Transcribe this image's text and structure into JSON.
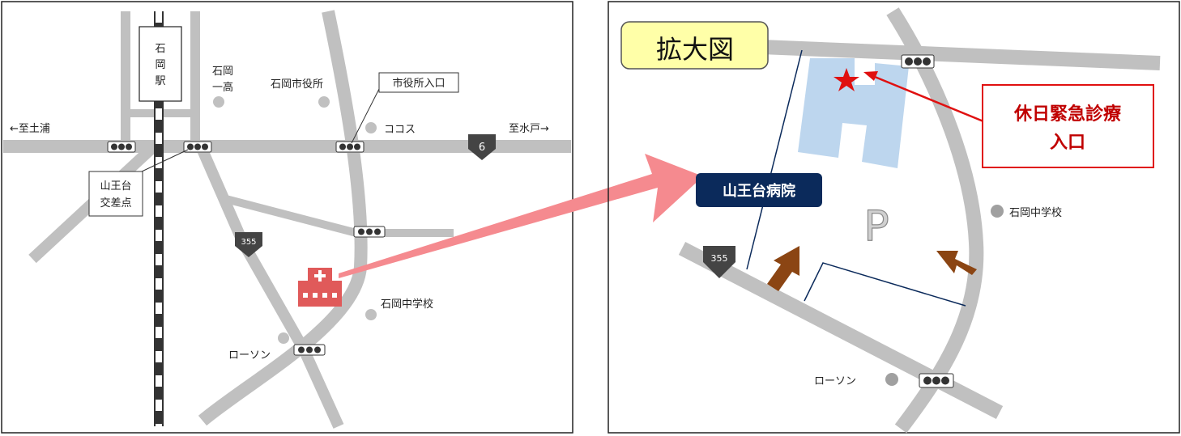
{
  "left_map": {
    "station": [
      "石",
      "岡",
      "駅"
    ],
    "school_ishioka_ikko": [
      "石岡",
      "一高"
    ],
    "city_hall": "石岡市役所",
    "city_hall_entrance": "市役所入口",
    "cocos": "ココス",
    "to_tsuchiura": "←至土浦",
    "to_mito": "至水戸→",
    "route_6": "6",
    "sannodai_intersection": [
      "山王台",
      "交差点"
    ],
    "route_355": "355",
    "middle_school": "石岡中学校",
    "lawson": "ローソン"
  },
  "right_map": {
    "title": "拡大図",
    "hospital_name": "山王台病院",
    "parking": "P",
    "route_355": "355",
    "middle_school": "石岡中学校",
    "lawson": "ローソン",
    "holiday_entrance": [
      "休日緊急診療",
      "入口"
    ]
  },
  "colors": {
    "road": "#c0c0c0",
    "railway": "#333333",
    "hospital_icon": "#e05a5a",
    "arrow_pink": "#f58a8f",
    "building": "#bdd6ee",
    "label_navy": "#0b2a5b",
    "title_bg": "#ffffa8",
    "emergency_red": "#e01010",
    "access_arrow": "#8b4513"
  }
}
